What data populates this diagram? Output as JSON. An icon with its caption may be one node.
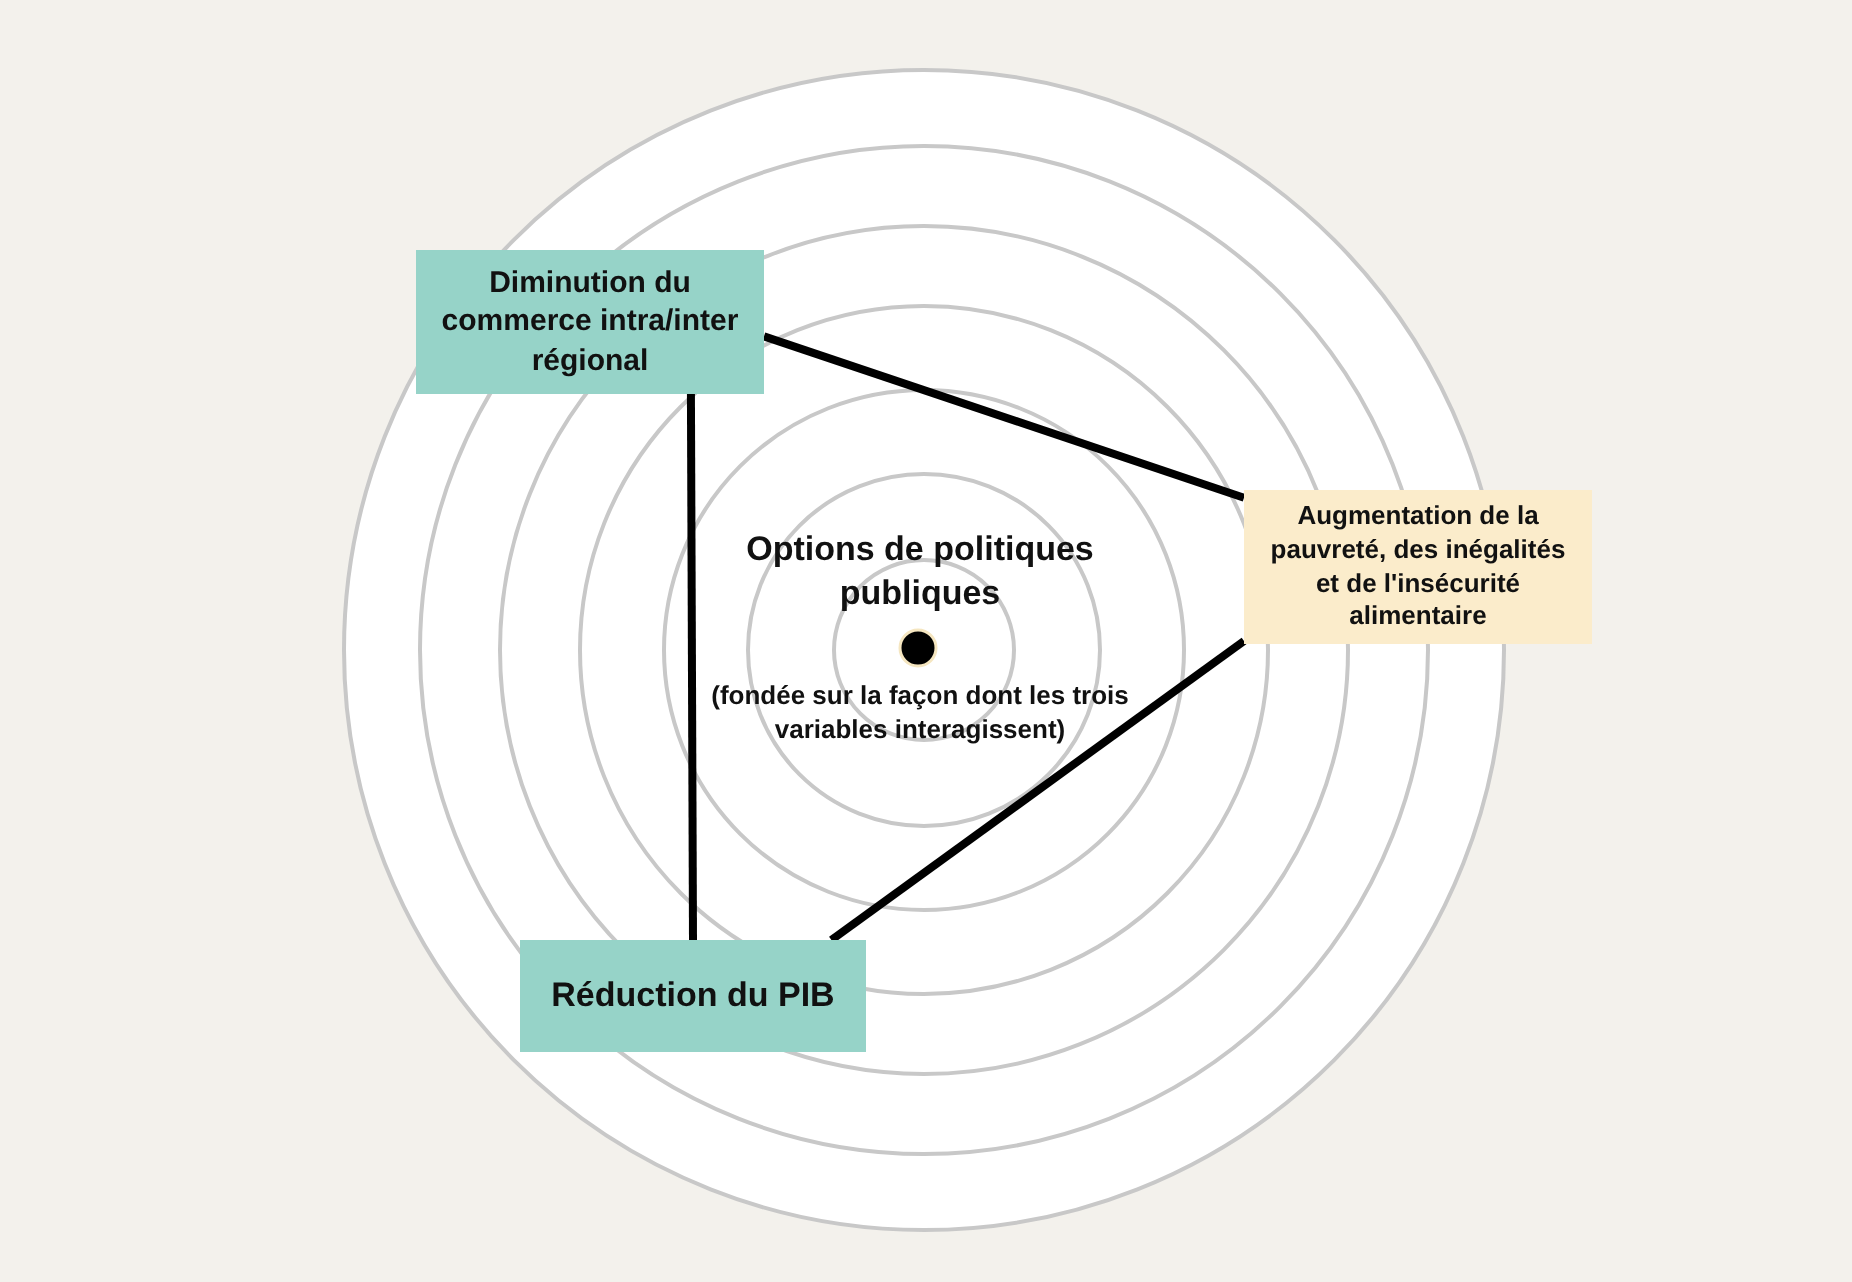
{
  "diagram": {
    "nodes": [
      {
        "text": [
          "Diminution du commerce intra/inter régional"
        ]
      },
      {
        "text": [
          "Augmentation de la pauvreté, des inégalités et de l'insécurité alimentaire"
        ]
      },
      {
        "text": [
          "Réduction du PIB"
        ]
      }
    ],
    "edges": [
      {
        "from": 0,
        "to": 1,
        "arrow": "none"
      },
      {
        "from": 0,
        "to": 2,
        "arrow": "none"
      },
      {
        "from": 1,
        "to": 2,
        "arrow": "none"
      }
    ],
    "labels": [
      "Options de politiques publiques",
      "(fondée sur la façon dont les trois variables interagissent)"
    ]
  }
}
